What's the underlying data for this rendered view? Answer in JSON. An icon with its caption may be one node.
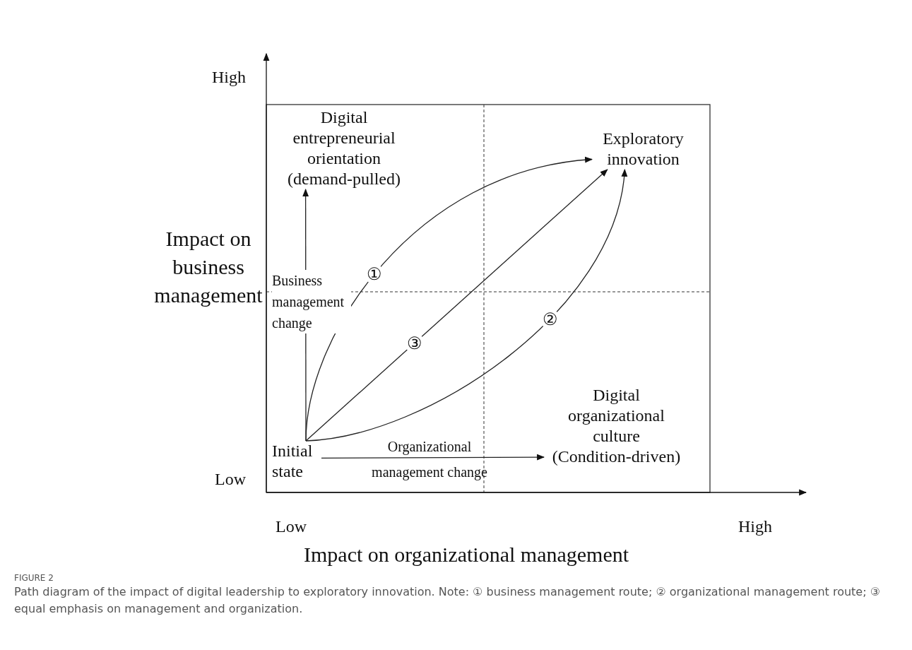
{
  "diagram": {
    "caption": "Path diagram of the impact of digital leadership to exploratory innovation. Note: ① business management route; ② organizational management route; ③ equal emphasis on management and organization.",
    "nodes": [
      {
        "text": [
          "Digital entrepreneurial orientation (demand-pulled)"
        ]
      },
      {
        "text": [
          "Exploratory innovation"
        ]
      },
      {
        "text": [
          "Digital organizational culture (Condition-driven)"
        ]
      },
      {
        "text": [
          "Initial state"
        ]
      }
    ],
    "edges": [
      {
        "from": 3,
        "to": 1,
        "arrow": "to",
        "label": "①"
      },
      {
        "from": 3,
        "to": 1,
        "arrow": "to",
        "label": "③"
      },
      {
        "from": 3,
        "to": 1,
        "arrow": "to",
        "label": "②"
      },
      {
        "from": 3,
        "to": 0,
        "arrow": "to",
        "label": "Business management change"
      },
      {
        "from": 3,
        "to": 2,
        "arrow": "to",
        "label": "Organizational management change"
      }
    ],
    "labels": [
      "High",
      "Impact on business management",
      "Low",
      "Low",
      "High",
      "Impact on organizational management",
      "FIGURE 2"
    ]
  }
}
